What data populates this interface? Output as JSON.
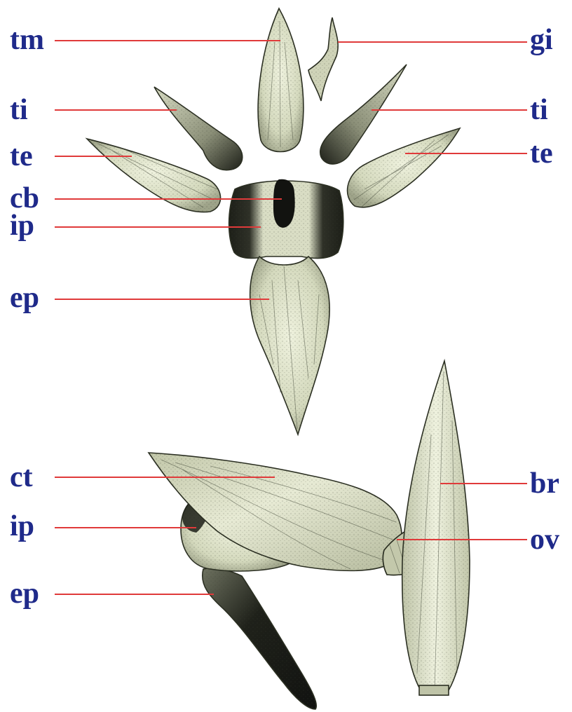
{
  "colors": {
    "label": "#1f2a8a",
    "leader": "#e03a3a",
    "tissue_light": "#e6ead2",
    "tissue_mid": "#c7ccb0",
    "tissue_dark": "#1a1c16"
  },
  "labels": {
    "tm": "tm",
    "gi": "gi",
    "ti_left": "ti",
    "ti_right": "ti",
    "te_left": "te",
    "te_right": "te",
    "cb": "cb",
    "ip_top": "ip",
    "ep_top": "ep",
    "ct": "ct",
    "br": "br",
    "ip_bottom": "ip",
    "ov": "ov",
    "ep_bottom": "ep"
  }
}
